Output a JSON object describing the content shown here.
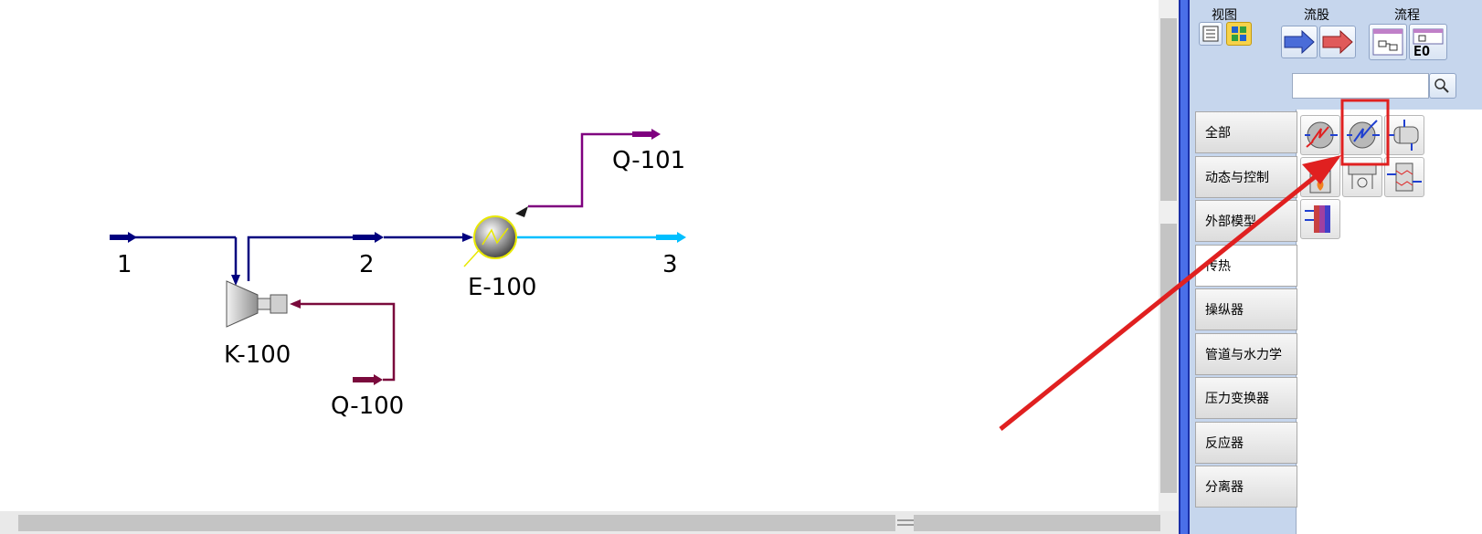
{
  "flowsheet": {
    "streams": {
      "s1": "1",
      "s2": "2",
      "s3": "3",
      "q100": "Q-100",
      "q101": "Q-101"
    },
    "units": {
      "compressor": "K-100",
      "heater": "E-100"
    }
  },
  "palette": {
    "groups": {
      "view": "视图",
      "streams": "流股",
      "flowsheet": "流程"
    },
    "categories": [
      {
        "label": "全部"
      },
      {
        "label": "动态与控制"
      },
      {
        "label": "外部模型"
      },
      {
        "label": "传热"
      },
      {
        "label": "操纵器"
      },
      {
        "label": "管道与水力学"
      },
      {
        "label": "压力变换器"
      },
      {
        "label": "反应器"
      },
      {
        "label": "分离器"
      }
    ],
    "active_category": "传热",
    "flowsheet_button_text": "EO"
  },
  "colors": {
    "material_stream": "#00007f",
    "product_stream": "#00bfff",
    "energy_stream_q100": "#7a0a3c",
    "energy_stream_q101": "#7f007f",
    "annotation_arrow": "#e02020",
    "palette_bg": "#c6d6ed"
  }
}
